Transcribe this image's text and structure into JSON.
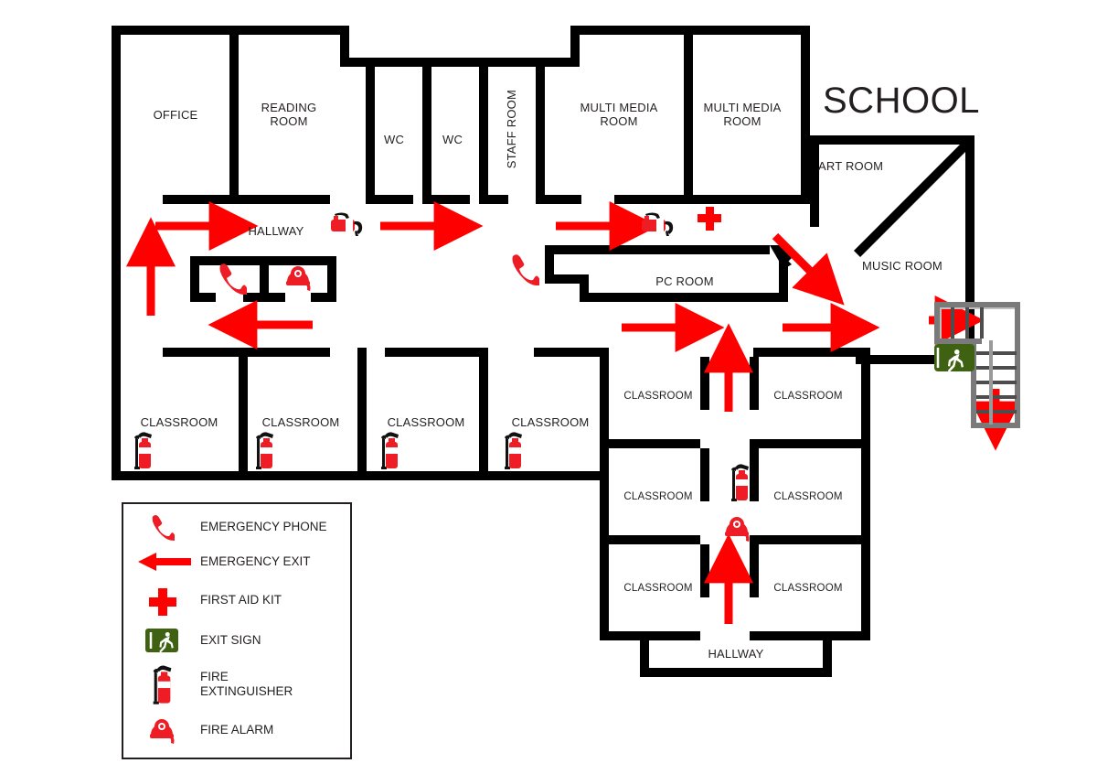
{
  "title": "SCHOOL",
  "colors": {
    "wall": "#000000",
    "arrow": "#ff0000",
    "text": "#231f20",
    "exit_sign_green": "#3f6212",
    "extinguisher_red": "#ee1c25",
    "stair_gray": "#808080",
    "background": "#ffffff"
  },
  "rooms": [
    {
      "name": "office",
      "label": "OFFICE"
    },
    {
      "name": "reading-room",
      "label": "READING\nROOM"
    },
    {
      "name": "wc-1",
      "label": "WC"
    },
    {
      "name": "wc-2",
      "label": "WC"
    },
    {
      "name": "staff-room",
      "label": "STAFF ROOM"
    },
    {
      "name": "multi-media-room-1",
      "label": "MULTI MEDIA\nROOM"
    },
    {
      "name": "multi-media-room-2",
      "label": "MULTI MEDIA\nROOM"
    },
    {
      "name": "art-room",
      "label": "ART ROOM"
    },
    {
      "name": "music-room",
      "label": "MUSIC ROOM"
    },
    {
      "name": "hallway-top",
      "label": "HALLWAY"
    },
    {
      "name": "pc-room",
      "label": "PC ROOM"
    },
    {
      "name": "classroom-1",
      "label": "CLASSROOM"
    },
    {
      "name": "classroom-2",
      "label": "CLASSROOM"
    },
    {
      "name": "classroom-3",
      "label": "CLASSROOM"
    },
    {
      "name": "classroom-4",
      "label": "CLASSROOM"
    },
    {
      "name": "classroom-5",
      "label": "CLASSROOM"
    },
    {
      "name": "classroom-6",
      "label": "CLASSROOM"
    },
    {
      "name": "classroom-7",
      "label": "CLASSROOM"
    },
    {
      "name": "classroom-8",
      "label": "CLASSROOM"
    },
    {
      "name": "classroom-9",
      "label": "CLASSROOM"
    },
    {
      "name": "classroom-10",
      "label": "CLASSROOM"
    },
    {
      "name": "hallway-bottom",
      "label": "HALLWAY"
    }
  ],
  "legend": {
    "items": [
      {
        "icon": "emergency-phone-icon",
        "label": "EMERGENCY PHONE"
      },
      {
        "icon": "emergency-exit-arrow-icon",
        "label": "EMERGENCY EXIT"
      },
      {
        "icon": "first-aid-kit-icon",
        "label": "FIRST AID KIT"
      },
      {
        "icon": "exit-sign-icon",
        "label": "EXIT SIGN"
      },
      {
        "icon": "fire-extinguisher-icon",
        "label": "FIRE\nEXTINGUISHER"
      },
      {
        "icon": "fire-alarm-icon",
        "label": "FIRE ALARM"
      }
    ]
  },
  "equipment": {
    "fire_extinguishers": 7,
    "fire_alarms": 2,
    "emergency_phones": 2,
    "first_aid_kits": 1,
    "exit_signs": 1
  }
}
